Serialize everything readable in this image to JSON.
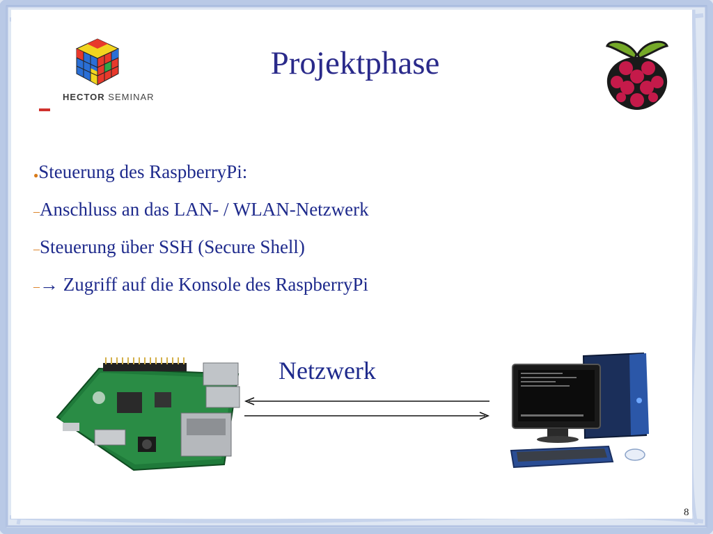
{
  "slide": {
    "title": "Projektphase",
    "logo": {
      "brand": "HECTOR",
      "brand_suffix": "SEMINAR"
    },
    "bullets": [
      {
        "marker": "●",
        "text": "Steuerung des RaspberryPi:",
        "level": 1
      },
      {
        "marker": "–",
        "text": "Anschluss an das LAN- / WLAN-Netzwerk",
        "level": 2
      },
      {
        "marker": "–",
        "text": "Steuerung über SSH (Secure Shell)",
        "level": 2
      },
      {
        "marker": "–",
        "text": "→ Zugriff auf die Konsole des RaspberryPi",
        "level": 2
      }
    ],
    "diagram": {
      "label": "Netzwerk"
    },
    "page_number": "8"
  },
  "colors": {
    "title": "#2a2a8a",
    "body_text": "#1e2a8c",
    "bullet_marker": "#d87a18",
    "frame": "#b9c9e6",
    "raspberry": "#c51a4a",
    "leaf": "#75a928"
  },
  "icons": [
    "hector-cube-logo",
    "raspberry-pi-logo-icon",
    "raspberry-pi-board-image",
    "desktop-computer-image",
    "bidirectional-arrows"
  ]
}
